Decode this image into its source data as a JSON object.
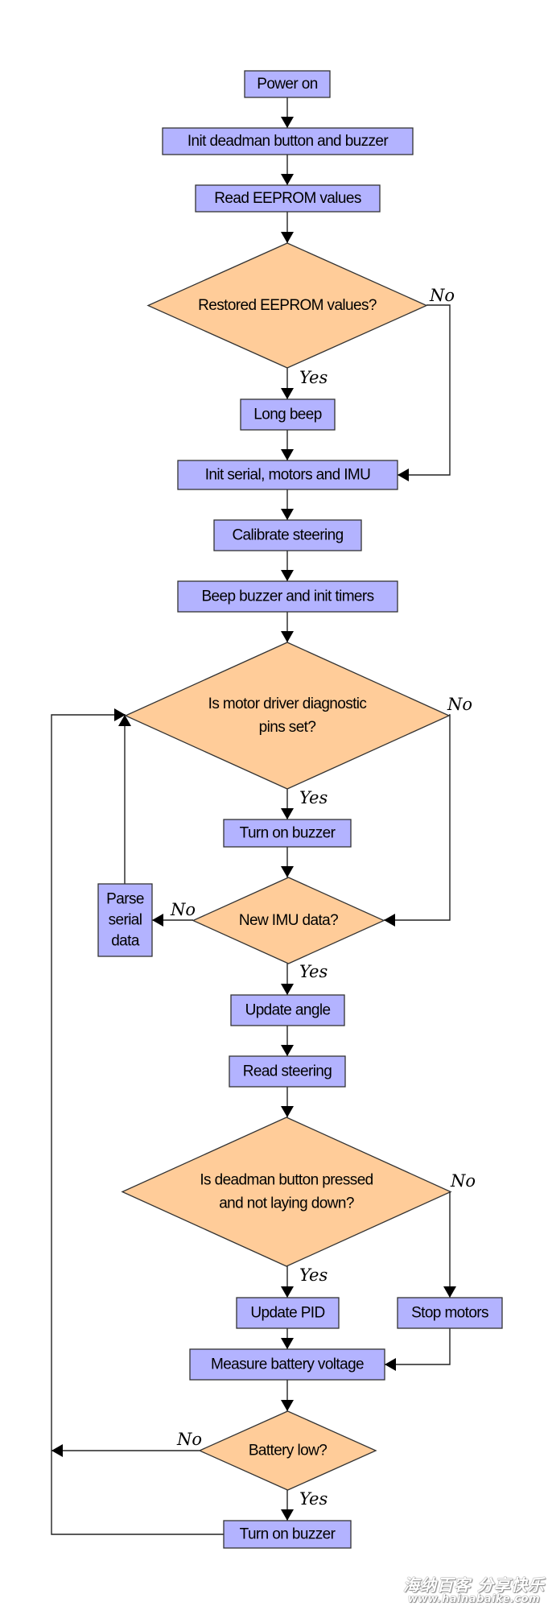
{
  "diagram": {
    "type": "flowchart",
    "colors": {
      "process_fill": "#b3b3ff",
      "decision_fill": "#ffcc99",
      "stroke": "#333333"
    },
    "nodes": [
      {
        "id": "power_on",
        "kind": "process",
        "lines": [
          "Power on"
        ]
      },
      {
        "id": "init_deadman",
        "kind": "process",
        "lines": [
          "Init deadman button and buzzer"
        ]
      },
      {
        "id": "read_eeprom",
        "kind": "process",
        "lines": [
          "Read EEPROM values"
        ]
      },
      {
        "id": "restored_eeprom",
        "kind": "decision",
        "lines": [
          "Restored EEPROM values?"
        ]
      },
      {
        "id": "long_beep",
        "kind": "process",
        "lines": [
          "Long beep"
        ]
      },
      {
        "id": "init_serial",
        "kind": "process",
        "lines": [
          "Init serial, motors and IMU"
        ]
      },
      {
        "id": "calibrate",
        "kind": "process",
        "lines": [
          "Calibrate steering"
        ]
      },
      {
        "id": "beep_init_timers",
        "kind": "process",
        "lines": [
          "Beep buzzer and init timers"
        ]
      },
      {
        "id": "motor_diag",
        "kind": "decision",
        "lines": [
          "Is motor driver diagnostic",
          "pins set?"
        ]
      },
      {
        "id": "buzzer_1",
        "kind": "process",
        "lines": [
          "Turn on buzzer"
        ]
      },
      {
        "id": "new_imu",
        "kind": "decision",
        "lines": [
          "New IMU data?"
        ]
      },
      {
        "id": "parse_serial",
        "kind": "process",
        "lines": [
          "Parse",
          "serial",
          "data"
        ]
      },
      {
        "id": "update_angle",
        "kind": "process",
        "lines": [
          "Update angle"
        ]
      },
      {
        "id": "read_steering",
        "kind": "process",
        "lines": [
          "Read steering"
        ]
      },
      {
        "id": "deadman_check",
        "kind": "decision",
        "lines": [
          "Is deadman button pressed",
          "and not laying down?"
        ]
      },
      {
        "id": "update_pid",
        "kind": "process",
        "lines": [
          "Update PID"
        ]
      },
      {
        "id": "stop_motors",
        "kind": "process",
        "lines": [
          "Stop motors"
        ]
      },
      {
        "id": "measure_battery",
        "kind": "process",
        "lines": [
          "Measure battery voltage"
        ]
      },
      {
        "id": "battery_low",
        "kind": "decision",
        "lines": [
          "Battery low?"
        ]
      },
      {
        "id": "buzzer_2",
        "kind": "process",
        "lines": [
          "Turn on buzzer"
        ]
      }
    ],
    "edges": [
      {
        "from": "power_on",
        "to": "init_deadman",
        "label": ""
      },
      {
        "from": "init_deadman",
        "to": "read_eeprom",
        "label": ""
      },
      {
        "from": "read_eeprom",
        "to": "restored_eeprom",
        "label": ""
      },
      {
        "from": "restored_eeprom",
        "to": "long_beep",
        "label": "Yes"
      },
      {
        "from": "restored_eeprom",
        "to": "init_serial",
        "label": "No"
      },
      {
        "from": "long_beep",
        "to": "init_serial",
        "label": ""
      },
      {
        "from": "init_serial",
        "to": "calibrate",
        "label": ""
      },
      {
        "from": "calibrate",
        "to": "beep_init_timers",
        "label": ""
      },
      {
        "from": "beep_init_timers",
        "to": "motor_diag",
        "label": ""
      },
      {
        "from": "motor_diag",
        "to": "buzzer_1",
        "label": "Yes"
      },
      {
        "from": "motor_diag",
        "to": "new_imu",
        "label": "No"
      },
      {
        "from": "buzzer_1",
        "to": "new_imu",
        "label": ""
      },
      {
        "from": "new_imu",
        "to": "update_angle",
        "label": "Yes"
      },
      {
        "from": "new_imu",
        "to": "parse_serial",
        "label": "No"
      },
      {
        "from": "parse_serial",
        "to": "motor_diag",
        "label": ""
      },
      {
        "from": "update_angle",
        "to": "read_steering",
        "label": ""
      },
      {
        "from": "read_steering",
        "to": "deadman_check",
        "label": ""
      },
      {
        "from": "deadman_check",
        "to": "update_pid",
        "label": "Yes"
      },
      {
        "from": "deadman_check",
        "to": "stop_motors",
        "label": "No"
      },
      {
        "from": "update_pid",
        "to": "measure_battery",
        "label": ""
      },
      {
        "from": "stop_motors",
        "to": "measure_battery",
        "label": ""
      },
      {
        "from": "measure_battery",
        "to": "battery_low",
        "label": ""
      },
      {
        "from": "battery_low",
        "to": "buzzer_2",
        "label": "Yes"
      },
      {
        "from": "battery_low",
        "to": "motor_diag",
        "label": "No"
      },
      {
        "from": "buzzer_2",
        "to": "motor_diag",
        "label": ""
      }
    ]
  },
  "watermark": {
    "line1": "海纳百客 分享快乐",
    "line2": "www.hainabaike.com"
  }
}
